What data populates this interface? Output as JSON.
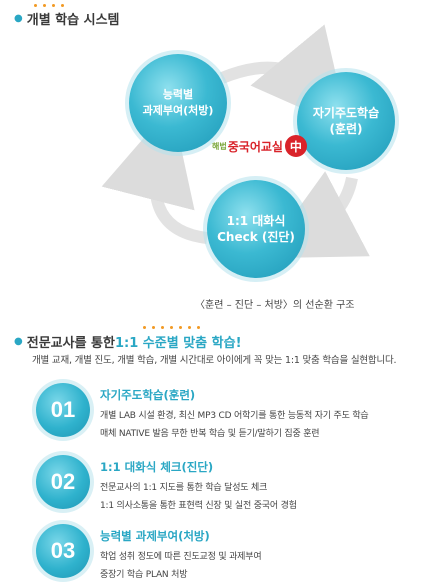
{
  "section1": {
    "title": "개별 학습 시스템"
  },
  "cycle": {
    "circle_top": {
      "line1": "능력별",
      "line2": "과제부여(처방)"
    },
    "circle_right": {
      "line1": "자기주도학습",
      "line2": "(훈련)"
    },
    "circle_bottom": {
      "line1": "1:1 대화식",
      "line2": "Check (진단)"
    },
    "logo": {
      "prefix": "해법",
      "name": "중국어교실",
      "emblem": "中"
    },
    "caption": "〈훈련 – 진단 – 처방〉의 선순환 구조"
  },
  "section2": {
    "title_main": "전문교사를 통한 ",
    "title_accent": "1:1 수준별 맞춤 학습!",
    "intro": "개별 교재, 개별 진도, 개별 학습, 개별 시간대로 아이에게 꼭 맞는 1:1 맞춤 학습을 실현합니다."
  },
  "steps": [
    {
      "number": "01",
      "title": "자기주도학습(훈련)",
      "line1": "개별 LAB 시설 환경, 최신 MP3 CD 어학기를 통한 능동적 자기 주도 학습",
      "line2": "매체 NATIVE 발음 무한 반복 학습 및 듣기/말하기 집중 훈련"
    },
    {
      "number": "02",
      "title": "1:1 대화식 체크(진단)",
      "line1": "전문교사의 1:1 지도를 통한 학습 달성도 체크",
      "line2": "1:1 의사소통을 통한 표현력 신장 및 실전 중국어 경험"
    },
    {
      "number": "03",
      "title": "능력별 과제부여(처방)",
      "line1": "학업 성취 정도에 따른 진도교정 및 과제부여",
      "line2": "중장기 학습 PLAN 처방"
    }
  ],
  "colors": {
    "accent": "#2aa7c4",
    "dot": "#f29a24",
    "logo_red": "#d9232a"
  }
}
